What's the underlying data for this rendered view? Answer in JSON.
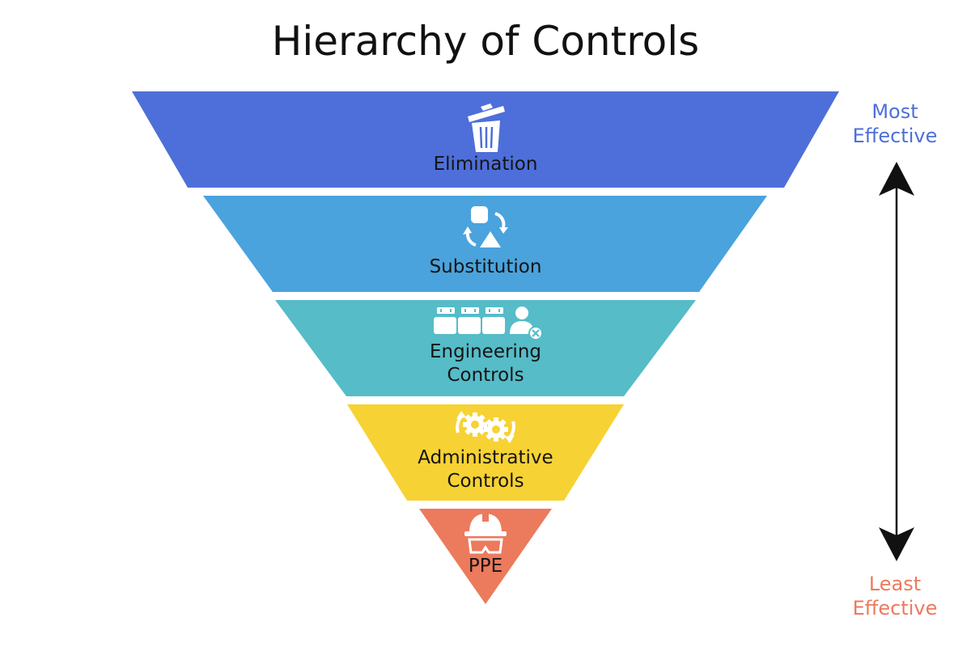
{
  "title": "Hierarchy of Controls",
  "levels": [
    {
      "label_line1": "Elimination",
      "label_line2": "",
      "color": "#4e6fd9",
      "icon": "trash-can-icon"
    },
    {
      "label_line1": "Substitution",
      "label_line2": "",
      "color": "#4aa3dd",
      "icon": "substitution-icon"
    },
    {
      "label_line1": "Engineering",
      "label_line2": "Controls",
      "color": "#55bcc8",
      "icon": "engineering-icon"
    },
    {
      "label_line1": "Administrative",
      "label_line2": "Controls",
      "color": "#f7d234",
      "icon": "gears-icon"
    },
    {
      "label_line1": "PPE",
      "label_line2": "",
      "color": "#ec7a5d",
      "icon": "hard-hat-goggles-icon"
    }
  ],
  "effectiveness": {
    "top_line1": "Most",
    "top_line2": "Effective",
    "top_color": "#4e6fd9",
    "bottom_line1": "Least",
    "bottom_line2": "Effective",
    "bottom_color": "#ec7a5d"
  }
}
